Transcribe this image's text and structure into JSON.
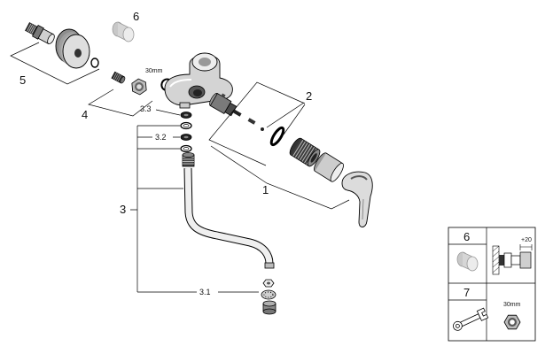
{
  "callouts": {
    "part_6": "6",
    "part_5": "5",
    "part_4": "4",
    "size_30mm": "30mm",
    "part_3_3": "3.3",
    "part_3_2": "3.2",
    "part_2": "2",
    "part_1": "1",
    "part_3": "3",
    "part_3_1": "3.1"
  },
  "inset": {
    "row_6": "6",
    "offset": "+20",
    "row_7": "7",
    "size_30mm": "30mm"
  }
}
